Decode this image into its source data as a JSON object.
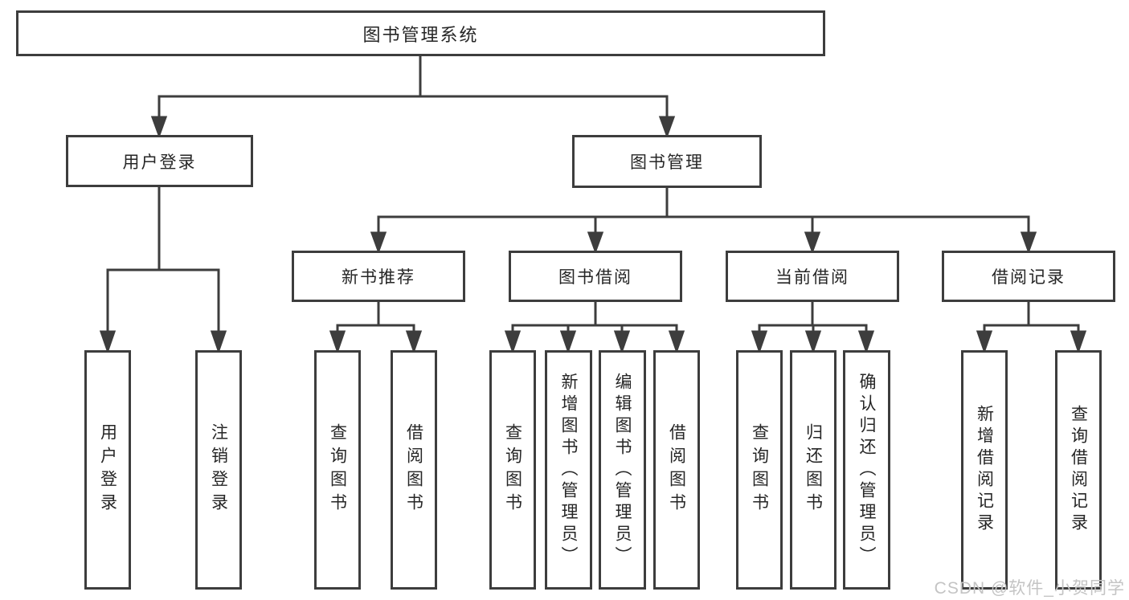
{
  "page": {
    "background": "#ffffff"
  },
  "colors": {
    "line": "#3d3d3d",
    "box_border": "#3d3d3d",
    "box_fill": "#ffffff",
    "text": "#262626",
    "watermark": "#c4c4c4"
  },
  "watermark": {
    "text": "CSDN @软件_小贺同学"
  },
  "diagram": {
    "type": "tree",
    "root": {
      "label": "图书管理系统"
    },
    "branches": [
      {
        "label": "用户登录",
        "children": [
          "用户登录",
          "注销登录"
        ]
      },
      {
        "label": "图书管理",
        "children": [
          {
            "label": "新书推荐",
            "children": [
              "查询图书",
              "借阅图书"
            ]
          },
          {
            "label": "图书借阅",
            "children": [
              "查询图书",
              "新增图书（管理员）",
              "编辑图书（管理员）",
              "借阅图书"
            ]
          },
          {
            "label": "当前借阅",
            "children": [
              "查询图书",
              "归还图书",
              "确认归还（管理员）"
            ]
          },
          {
            "label": "借阅记录",
            "children": [
              "新增借阅记录",
              "查询借阅记录"
            ]
          }
        ]
      }
    ]
  }
}
